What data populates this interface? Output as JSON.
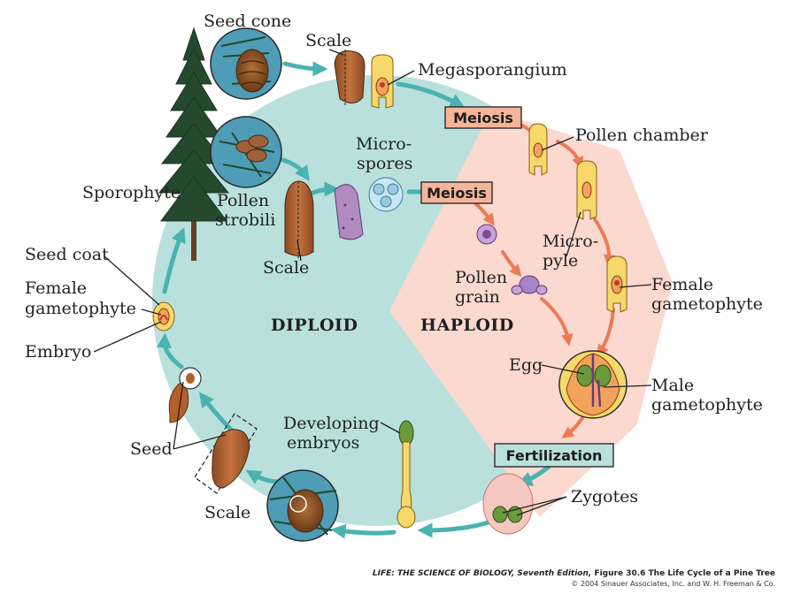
{
  "labels": {
    "seed_cone": "Seed cone",
    "scale_top": "Scale",
    "megasporangium": "Megasporangium",
    "meiosis_1": "Meiosis",
    "pollen_chamber": "Pollen chamber",
    "micro_line1": "Micro-",
    "micro_line2": "spores",
    "meiosis_2": "Meiosis",
    "sporophyte": "Sporophyte",
    "pollen_strobili_1": "Pollen",
    "pollen_strobili_2": "strobili",
    "scale_mid": "Scale",
    "micropyle_1": "Micro-",
    "micropyle_2": "pyle",
    "pollen_grain_1": "Pollen",
    "pollen_grain_2": "grain",
    "seed_coat": "Seed coat",
    "female_gam_left_1": "Female",
    "female_gam_left_2": "gametophyte",
    "embryo": "Embryo",
    "diploid": "DIPLOID",
    "haploid": "HAPLOID",
    "female_gam_right_1": "Female",
    "female_gam_right_2": "gametophyte",
    "egg": "Egg",
    "male_gam_1": "Male",
    "male_gam_2": "gametophyte",
    "developing_1": "Developing",
    "developing_2": "embryos",
    "seed": "Seed",
    "fertilization": "Fertilization",
    "zygotes": "Zygotes",
    "scale_bottom": "Scale"
  },
  "caption": {
    "line1_italic": "LIFE: THE SCIENCE OF BIOLOGY, Seventh Edition,",
    "line1_rest": " Figure 30.6 The Life Cycle of a Pine Tree",
    "line2": "© 2004 Sinauer Associates, Inc. and W. H. Freeman & Co."
  },
  "colors": {
    "diploid_bg": "#b9e0dc",
    "haploid_bg": "#fbd9cf",
    "teal_arrow": "#49b3b0",
    "orange_arrow": "#ec7a55",
    "meiosis_box": "#f6b49b",
    "fertilization_box": "#b9e0dc"
  }
}
